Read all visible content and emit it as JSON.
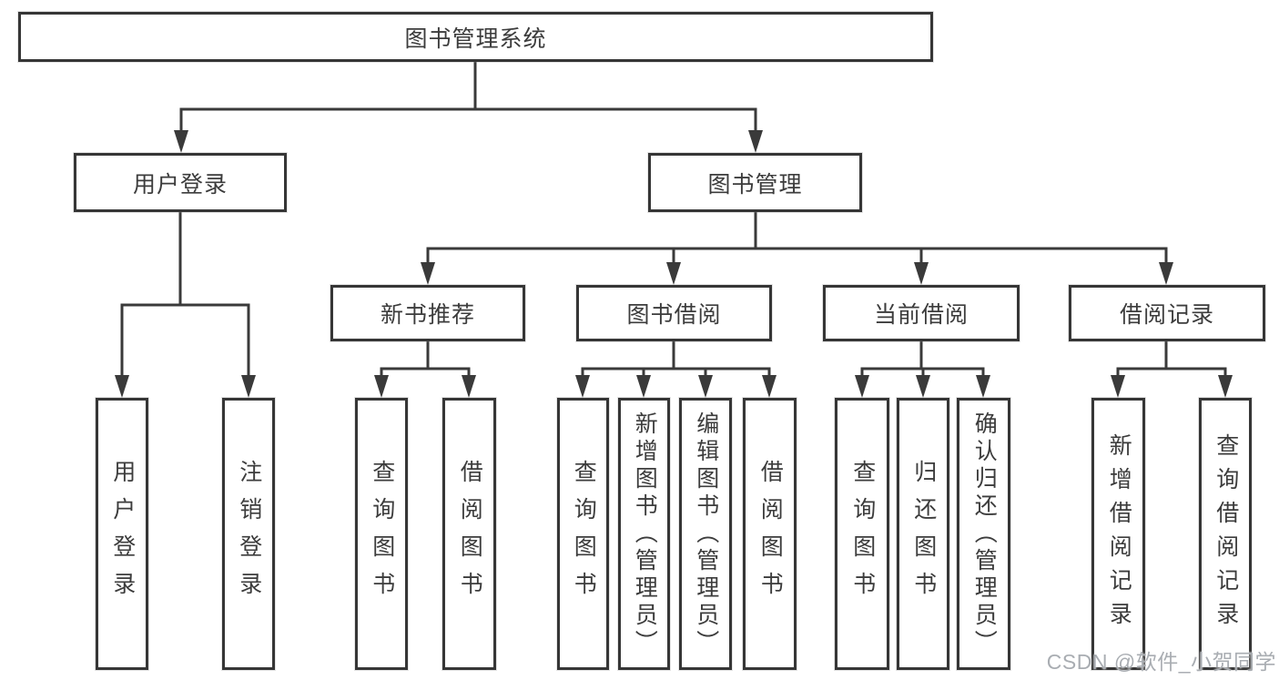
{
  "diagram": {
    "root": "图书管理系统",
    "branches": [
      {
        "label": "用户登录",
        "children": [
          "用户登录",
          "注销登录"
        ]
      },
      {
        "label": "图书管理",
        "sections": [
          {
            "label": "新书推荐",
            "children": [
              "查询图书",
              "借阅图书"
            ]
          },
          {
            "label": "图书借阅",
            "children": [
              "查询图书",
              "新增图书（管理员）",
              "编辑图书（管理员）",
              "借阅图书"
            ]
          },
          {
            "label": "当前借阅",
            "children": [
              "查询图书",
              "归还图书",
              "确认归还（管理员）"
            ]
          },
          {
            "label": "借阅记录",
            "children": [
              "新增借阅记录",
              "查询借阅记录"
            ]
          }
        ]
      }
    ]
  },
  "watermark": {
    "text": "CSDN @软件_小贺同学"
  },
  "colors": {
    "line": "#3a3a3a",
    "border": "#363636",
    "text": "#3c3c3c",
    "watermark": "#a9adb2",
    "background": "#ffffff"
  }
}
